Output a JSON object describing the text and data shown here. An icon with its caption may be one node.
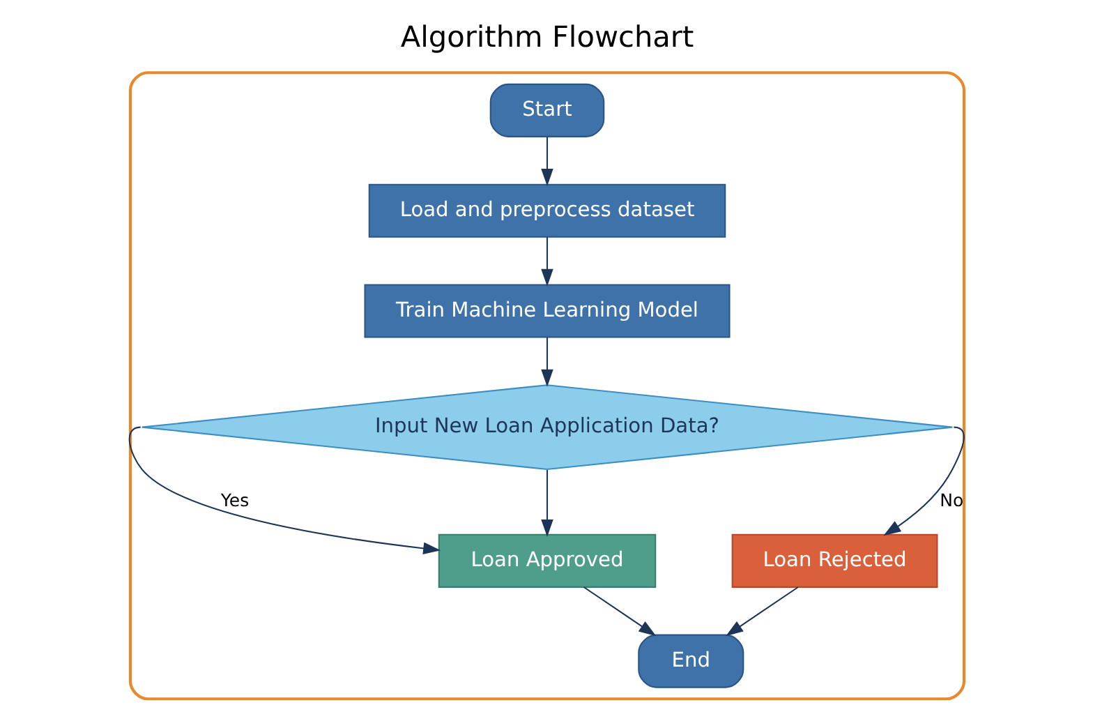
{
  "diagram": {
    "title": "Algorithm Flowchart",
    "nodes": [
      {
        "text": [],
        "shape": "box"
      },
      {
        "text": [
          "Start"
        ],
        "in": 0
      },
      {
        "text": [
          "Load and preprocess dataset"
        ],
        "in": 0
      },
      {
        "text": [
          "Train Machine Learning Model"
        ],
        "in": 0
      },
      {
        "text": [
          "Input New Loan Application Data?"
        ],
        "in": 0
      },
      {
        "text": [
          "Loan Approved"
        ],
        "in": 0
      },
      {
        "text": [
          "Loan Rejected"
        ],
        "in": 0
      },
      {
        "text": [
          "End"
        ],
        "in": 0
      }
    ],
    "edges": [
      {
        "from": 1,
        "to": 2,
        "arrow": "to"
      },
      {
        "from": 2,
        "to": 3,
        "arrow": "to"
      },
      {
        "from": 3,
        "to": 4,
        "arrow": "to"
      },
      {
        "from": 4,
        "to": 5,
        "arrow": "to",
        "label": "Yes"
      },
      {
        "from": 4,
        "to": 6,
        "arrow": "to",
        "label": "No"
      },
      {
        "from": 4,
        "to": 5,
        "arrow": "to"
      },
      {
        "from": 5,
        "to": 7,
        "arrow": "to"
      },
      {
        "from": 6,
        "to": 7,
        "arrow": "to"
      }
    ]
  }
}
